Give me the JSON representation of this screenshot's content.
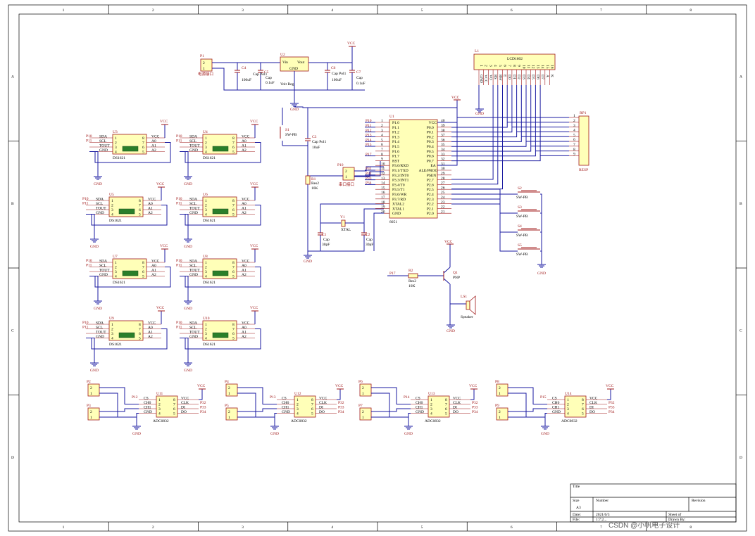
{
  "sheet": {
    "col_labels": [
      "1",
      "2",
      "3",
      "4",
      "5",
      "6",
      "7",
      "8"
    ],
    "row_labels": [
      "A",
      "B",
      "C",
      "D"
    ]
  },
  "title_block": {
    "title_label": "Title",
    "size_label": "Size",
    "size_value": "A3",
    "number_label": "Number",
    "revision_label": "Revision",
    "date_label": "Date:",
    "date_value": "2021/6/3",
    "sheet_label": "Sheet  of",
    "file_label": "File:",
    "file_value": "1:7:2...",
    "drawn_label": "Drawn By:"
  },
  "watermark": "CSDN @小帆电子设计",
  "power": {
    "p1": "P1",
    "p1_label": "电源接口",
    "u2": "U2",
    "u2_vin": "Vin",
    "u2_vout": "Vout",
    "u2_gnd": "GND",
    "u2_name": "Volt Reg",
    "c4": "C4",
    "c4_type": "Cap Pol1",
    "c4_val": "100uF",
    "c5": "C5",
    "c5_type": "Cap",
    "c5_val": "0.1uF",
    "c6": "C6",
    "c6_type": "Cap Pol1",
    "c6_val": "100uF",
    "c7": "C7",
    "c7_type": "Cap",
    "c7_val": "0.1uF"
  },
  "common": {
    "vcc": "VCC",
    "gnd": "GND"
  },
  "lcd": {
    "ref": "L1",
    "name": "LCD1602",
    "pins": [
      "GND",
      "VCC",
      "VO",
      "RS",
      "RW",
      "E",
      "D0",
      "D1",
      "D2",
      "D3",
      "D4",
      "D5",
      "D6",
      "D7",
      "A",
      "K"
    ]
  },
  "rp1": {
    "ref": "RP1",
    "name": "RESP",
    "pins": [
      "1",
      "2",
      "3",
      "4",
      "5",
      "6",
      "7",
      "8",
      "9"
    ]
  },
  "mcu": {
    "ref": "U1",
    "name": "8051",
    "left": [
      {
        "pin": "1",
        "name": "P1.0",
        "net": "P10"
      },
      {
        "pin": "2",
        "name": "P1.1",
        "net": "P11"
      },
      {
        "pin": "3",
        "name": "P1.2",
        "net": "P12"
      },
      {
        "pin": "4",
        "name": "P1.3",
        "net": "P13"
      },
      {
        "pin": "5",
        "name": "P1.4",
        "net": "P14"
      },
      {
        "pin": "6",
        "name": "P1.5",
        "net": "P15"
      },
      {
        "pin": "7",
        "name": "P1.6",
        "net": ""
      },
      {
        "pin": "8",
        "name": "P1.7",
        "net": "P17"
      },
      {
        "pin": "9",
        "name": "RST",
        "net": ""
      },
      {
        "pin": "10",
        "name": "P3.0/RXD",
        "net": ""
      },
      {
        "pin": "11",
        "name": "P3.1/TXD",
        "net": "P31"
      },
      {
        "pin": "12",
        "name": "P3.2/INT0",
        "net": "P32"
      },
      {
        "pin": "13",
        "name": "P3.3/INT1",
        "net": "P33"
      },
      {
        "pin": "14",
        "name": "P3.4/T0",
        "net": "P34"
      },
      {
        "pin": "15",
        "name": "P3.5/T1",
        "net": ""
      },
      {
        "pin": "16",
        "name": "P3.6/WR",
        "net": ""
      },
      {
        "pin": "17",
        "name": "P3.7/RD",
        "net": ""
      },
      {
        "pin": "18",
        "name": "XTAL2",
        "net": ""
      },
      {
        "pin": "19",
        "name": "XTAL1",
        "net": ""
      },
      {
        "pin": "20",
        "name": "GND",
        "net": ""
      }
    ],
    "right": [
      {
        "pin": "40",
        "name": "VCC"
      },
      {
        "pin": "39",
        "name": "P0.0"
      },
      {
        "pin": "38",
        "name": "P0.1"
      },
      {
        "pin": "37",
        "name": "P0.2"
      },
      {
        "pin": "36",
        "name": "P0.3"
      },
      {
        "pin": "35",
        "name": "P0.4"
      },
      {
        "pin": "34",
        "name": "P0.5"
      },
      {
        "pin": "33",
        "name": "P0.6"
      },
      {
        "pin": "32",
        "name": "P0.7"
      },
      {
        "pin": "31",
        "name": "EA"
      },
      {
        "pin": "30",
        "name": "ALE/PROG"
      },
      {
        "pin": "29",
        "name": "PSEN"
      },
      {
        "pin": "28",
        "name": "P2.7"
      },
      {
        "pin": "27",
        "name": "P2.6"
      },
      {
        "pin": "26",
        "name": "P2.5"
      },
      {
        "pin": "25",
        "name": "P2.4"
      },
      {
        "pin": "24",
        "name": "P2.3"
      },
      {
        "pin": "23",
        "name": "P2.2"
      },
      {
        "pin": "22",
        "name": "P2.1"
      },
      {
        "pin": "21",
        "name": "P2.0"
      }
    ]
  },
  "reset": {
    "s1": "S1",
    "s1_name": "SW-PB",
    "c3": "C3",
    "c3_type": "Cap Pol1",
    "c3_val": "10uF",
    "r1": "R1",
    "r1_type": "Res2",
    "r1_val": "10K"
  },
  "serial": {
    "ref": "P10",
    "label": "串口接口"
  },
  "crystal": {
    "y1": "Y1",
    "y1_name": "XTAL",
    "c1": "C1",
    "c1_type": "Cap",
    "c1_val": "30pF",
    "c2": "C2",
    "c2_type": "Cap",
    "c2_val": "30pF"
  },
  "buttons": [
    {
      "ref": "S2",
      "name": "SW-PB"
    },
    {
      "ref": "S3",
      "name": "SW-PB"
    },
    {
      "ref": "S4",
      "name": "SW-PB"
    },
    {
      "ref": "S5",
      "name": "SW-PB"
    }
  ],
  "buzzer": {
    "net": "P17",
    "r2": "R2",
    "r2_type": "Res2",
    "r2_val": "10K",
    "q1": "Q1",
    "q1_type": "PNP",
    "ls1": "LS1",
    "ls1_name": "Speaker"
  },
  "ds_pins": {
    "left": [
      [
        "1",
        "SDA"
      ],
      [
        "2",
        "SCL"
      ],
      [
        "3",
        "TOUT"
      ],
      [
        "4",
        "GND"
      ]
    ],
    "right": [
      [
        "8",
        "VCC"
      ],
      [
        "7",
        "A0"
      ],
      [
        "6",
        "A1"
      ],
      [
        "5",
        "A2"
      ]
    ]
  },
  "sensors": [
    {
      "ref": "U3",
      "name": "DS1621",
      "sda": "P10",
      "scl": "P11"
    },
    {
      "ref": "U4",
      "name": "DS1621",
      "sda": "P10",
      "scl": "P11"
    },
    {
      "ref": "U5",
      "name": "DS1621",
      "sda": "P10",
      "scl": "P11"
    },
    {
      "ref": "U6",
      "name": "DS1621",
      "sda": "P10",
      "scl": "P11"
    },
    {
      "ref": "U7",
      "name": "DS1621",
      "sda": "P10",
      "scl": "P11"
    },
    {
      "ref": "U8",
      "name": "DS1621",
      "sda": "P10",
      "scl": "P11"
    },
    {
      "ref": "U9",
      "name": "DS1621",
      "sda": "P10",
      "scl": "P11"
    },
    {
      "ref": "U10",
      "name": "DS1621",
      "sda": "P10",
      "scl": "P11"
    }
  ],
  "adc_pins": {
    "left": [
      [
        "1",
        "CS"
      ],
      [
        "2",
        "CH0"
      ],
      [
        "3",
        "CH1"
      ],
      [
        "4",
        "GND"
      ]
    ],
    "right": [
      [
        "8",
        "VCC"
      ],
      [
        "7",
        "CLK"
      ],
      [
        "6",
        "DI"
      ],
      [
        "5",
        "DO"
      ]
    ],
    "nets": [
      "P32",
      "P33",
      "P34"
    ]
  },
  "adcs": [
    {
      "ref": "U11",
      "name": "ADC0832",
      "cs": "P12",
      "pa": "P2",
      "pb": "P3"
    },
    {
      "ref": "U12",
      "name": "ADC0832",
      "cs": "P13",
      "pa": "P4",
      "pb": "P5"
    },
    {
      "ref": "U13",
      "name": "ADC0832",
      "cs": "P14",
      "pa": "P6",
      "pb": "P7"
    },
    {
      "ref": "U14",
      "name": "ADC0832",
      "cs": "P15",
      "pa": "P8",
      "pb": "P9"
    }
  ]
}
